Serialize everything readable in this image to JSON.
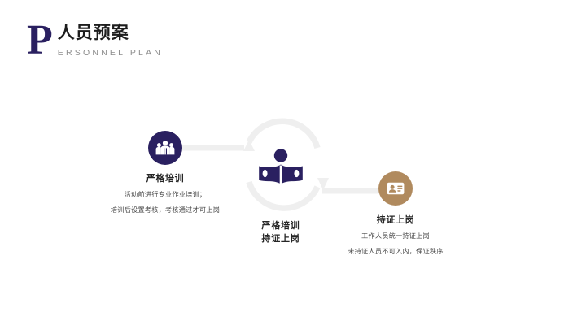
{
  "header": {
    "logo_letter": "P",
    "title_cn": "人员预案",
    "title_en": "ERSONNEL PLAN",
    "accent_color": "#2a2060",
    "subtitle_color": "#8d8d8d"
  },
  "diagram": {
    "connector_color": "#efefef",
    "nodes": [
      {
        "id": "training",
        "icon": "group-people-icon",
        "bubble_color": "#2a2060",
        "title": "严格培训",
        "desc_line1": "活动前进行专业作业培训；",
        "desc_line2": "培训后设置考核，考核通过才可上岗"
      },
      {
        "id": "center",
        "icon": "person-reading-book-icon",
        "icon_color": "#2a2060",
        "label_line1": "严格培训",
        "label_line2": "持证上岗"
      },
      {
        "id": "certified",
        "icon": "id-badge-icon",
        "bubble_color": "#b08a5e",
        "title": "持证上岗",
        "desc_line1": "工作人员统一持证上岗",
        "desc_line2": "未持证人员不可入内，保证秩序"
      }
    ]
  }
}
